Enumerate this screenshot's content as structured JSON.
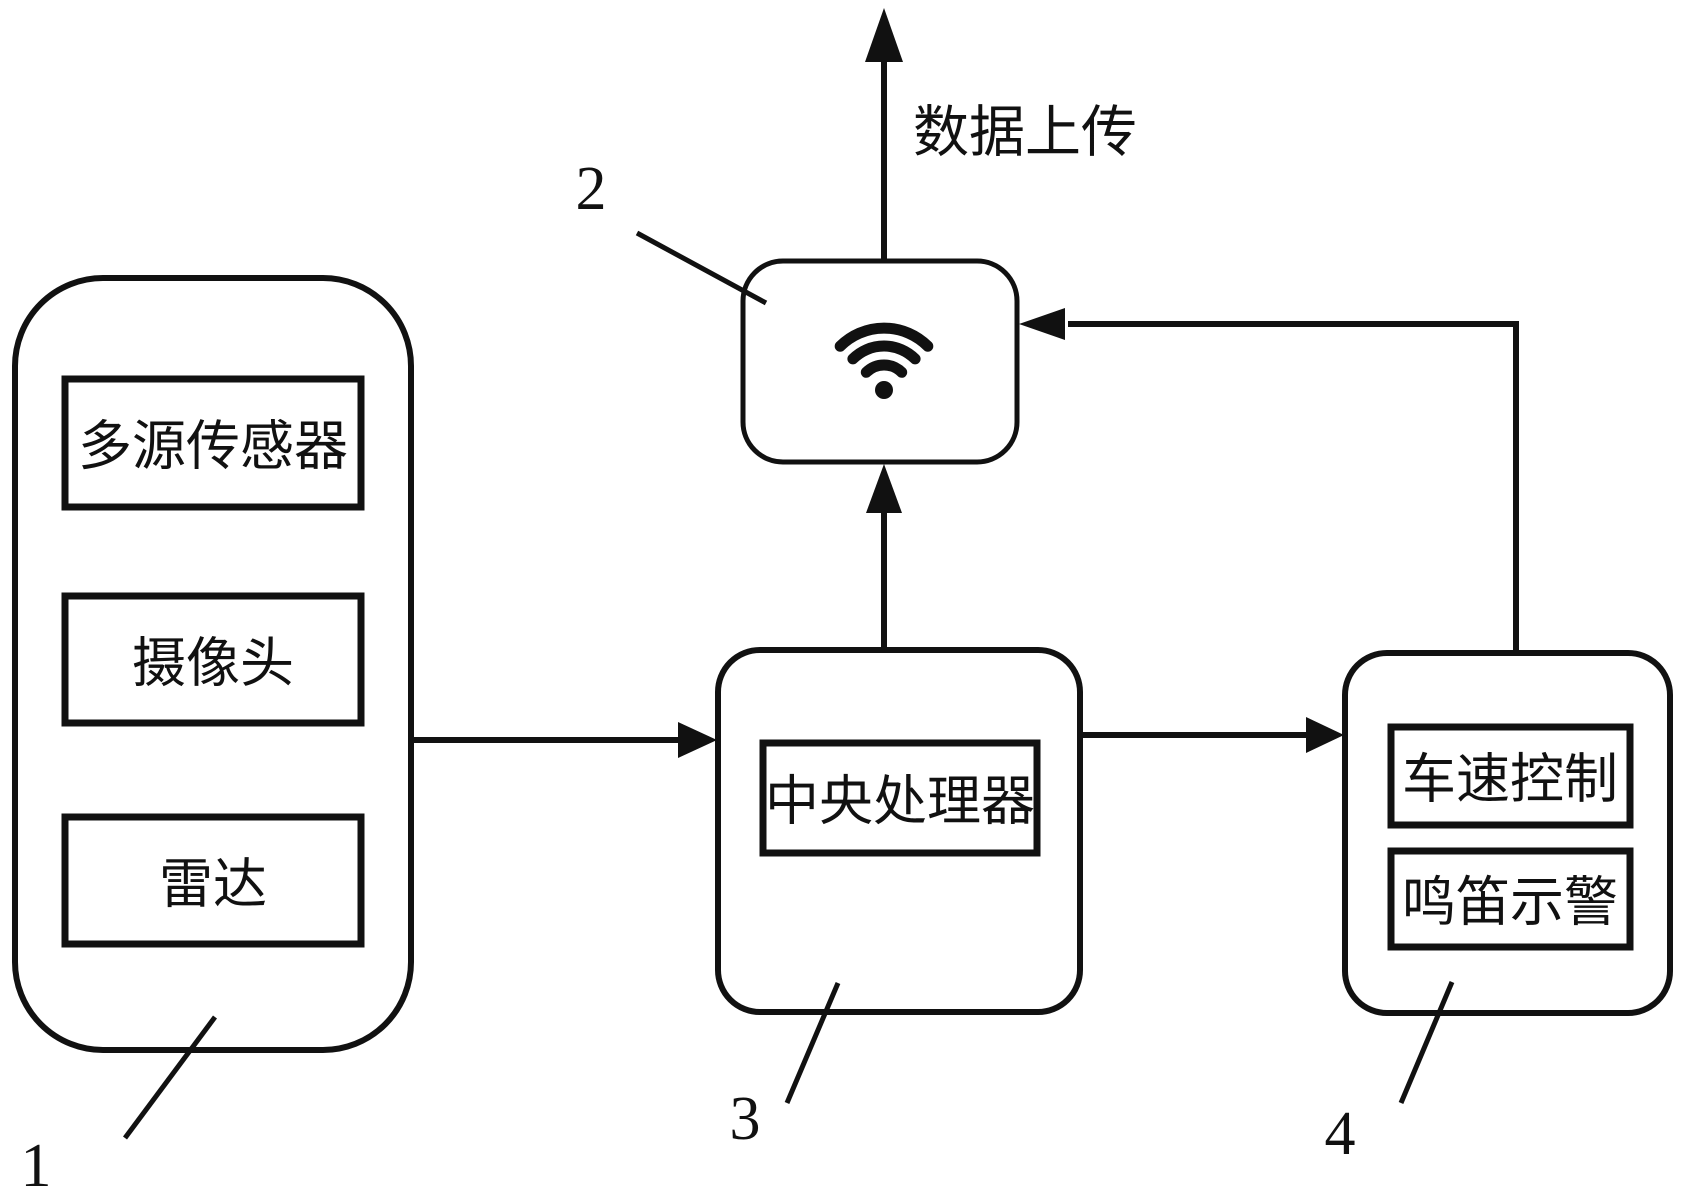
{
  "figure": {
    "background_color": "#ffffff",
    "line_color": "#111111",
    "sensor_group": {
      "ref_label": "1",
      "items": [
        {
          "label": "多源传感器"
        },
        {
          "label": "摄像头"
        },
        {
          "label": "雷达"
        }
      ]
    },
    "wireless_module": {
      "ref_label": "2",
      "icon": "wifi-icon"
    },
    "cpu": {
      "ref_label": "3",
      "label": "中央处理器"
    },
    "control_unit": {
      "ref_label": "4",
      "items": [
        {
          "label": "车速控制"
        },
        {
          "label": "鸣笛示警"
        }
      ]
    },
    "annotations": {
      "upload_label": "数据上传"
    }
  }
}
